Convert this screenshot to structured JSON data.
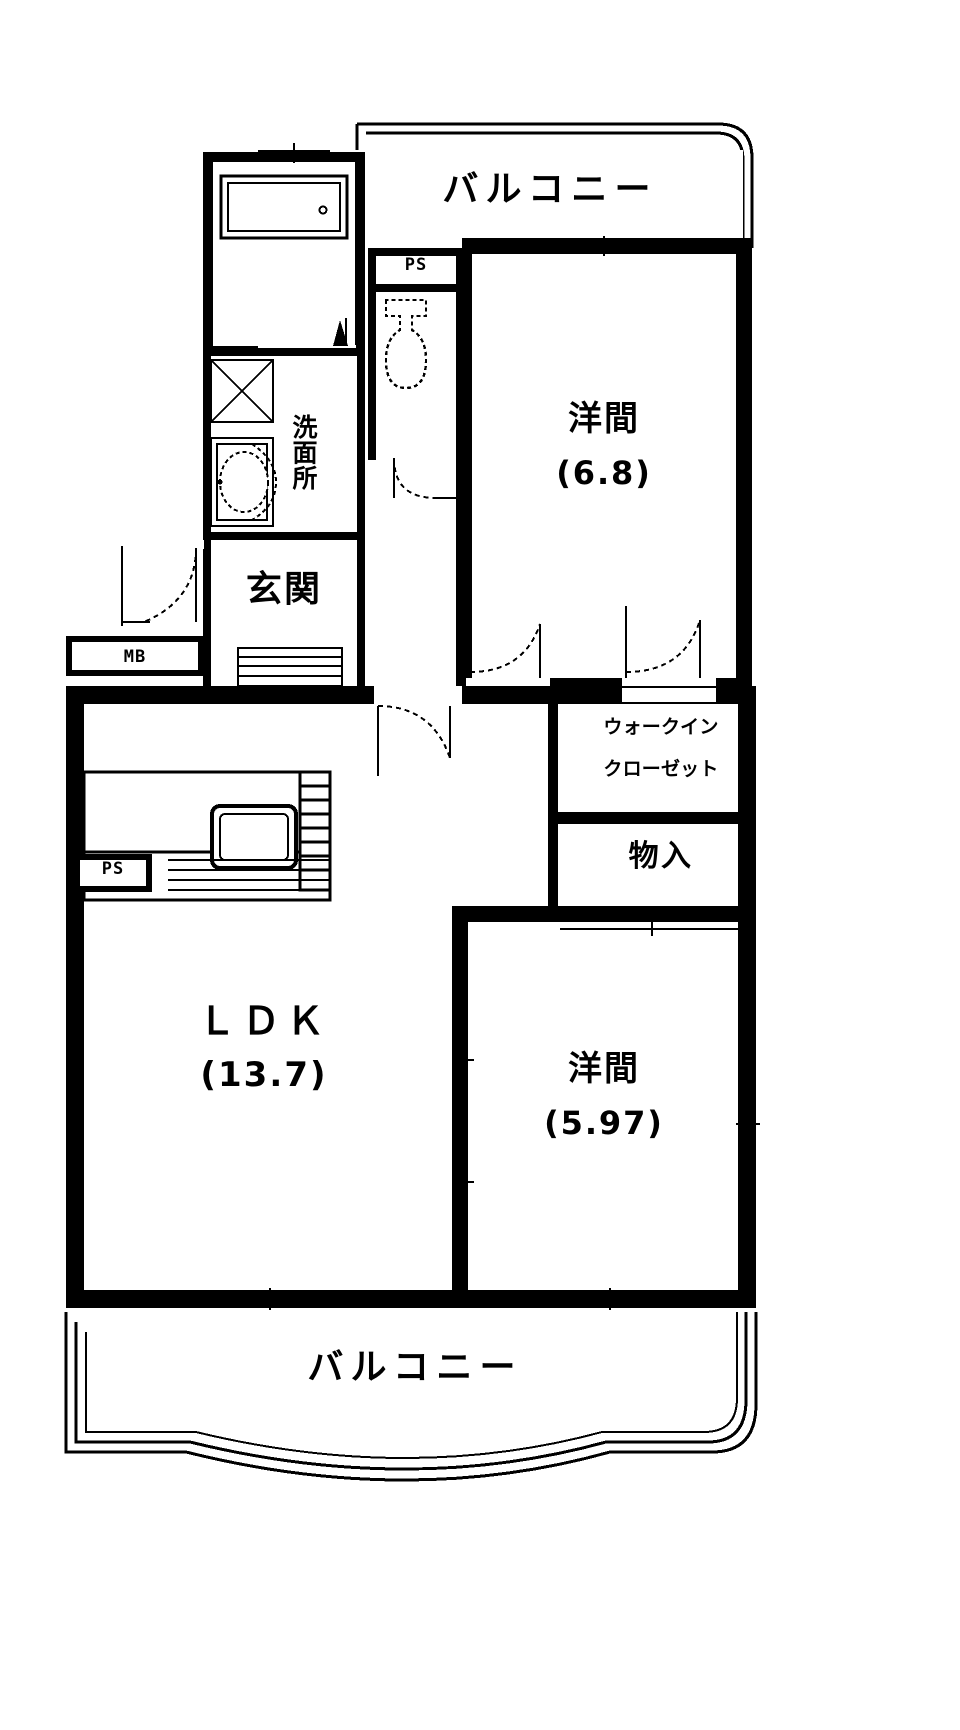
{
  "document": {
    "type": "floor-plan",
    "title": "間取り図",
    "line_color": "#000000",
    "background_color": "#ffffff"
  },
  "rooms": [
    {
      "id": "balcony_north",
      "name": "バルコニー",
      "area": ""
    },
    {
      "id": "balcony_south",
      "name": "バルコニー",
      "area": ""
    },
    {
      "id": "bedroom_north",
      "name": "洋間",
      "area": "(6.8)"
    },
    {
      "id": "bedroom_south",
      "name": "洋間",
      "area": "(5.97)"
    },
    {
      "id": "ldk",
      "name": "ＬＤＫ",
      "area": "(13.7)"
    },
    {
      "id": "entrance",
      "name": "玄関",
      "area": ""
    },
    {
      "id": "washroom",
      "name": "洗面所",
      "area": ""
    },
    {
      "id": "walk_in_closet",
      "name_line1": "ウォークイン",
      "name_line2": "クローゼット"
    },
    {
      "id": "storage",
      "name": "物入",
      "area": ""
    }
  ],
  "markers": [
    {
      "id": "ps_north",
      "label": "PS"
    },
    {
      "id": "ps_kitchen",
      "label": "PS"
    },
    {
      "id": "mb",
      "label": "MB"
    }
  ],
  "fixtures": [
    {
      "id": "bathtub",
      "name": "浴槽"
    },
    {
      "id": "toilet",
      "name": "便器"
    },
    {
      "id": "washbasin",
      "name": "洗面台"
    },
    {
      "id": "washer-space",
      "name": "洗濯機置場"
    },
    {
      "id": "kitchen-sink",
      "name": "流し台"
    },
    {
      "id": "kitchen-stove",
      "name": "コンロ"
    },
    {
      "id": "shoe-box",
      "name": "下駄箱"
    }
  ]
}
